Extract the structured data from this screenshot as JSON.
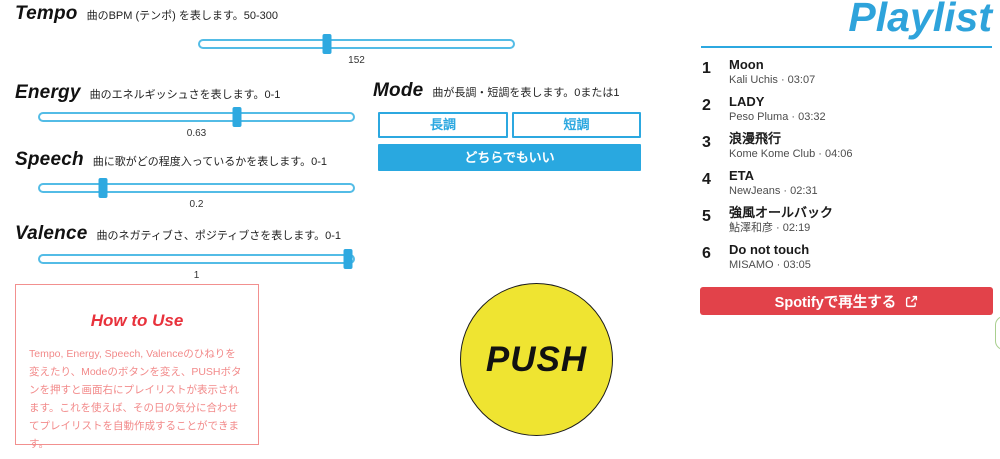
{
  "colors": {
    "accent_blue": "#2ca8e0",
    "playlist_title_blue": "#2ea3db",
    "spotify_red": "#e2424a",
    "push_yellow": "#efe431",
    "howto_red": "#e8323c",
    "howto_body_pink": "#f28a8a",
    "edge_sliver_green": "#a9cf8f"
  },
  "params": [
    {
      "label": "Tempo",
      "description": "曲のBPM (テンポ) を表します。50-300",
      "value": "152"
    },
    {
      "label": "Energy",
      "description": "曲のエネルギッシュさを表します。0-1",
      "value": "0.63"
    },
    {
      "label": "Speech",
      "description": "曲に歌がどの程度入っているかを表します。0-1",
      "value": "0.2"
    },
    {
      "label": "Valence",
      "description": "曲のネガティブさ、ポジティブさを表します。0-1",
      "value": "1"
    }
  ],
  "mode": {
    "label": "Mode",
    "description": "曲が長調・短調を表します。0または1",
    "major_label": "長調",
    "minor_label": "短調",
    "either_label": "どちらでもいい"
  },
  "push_button": {
    "label": "PUSH"
  },
  "how_to_use": {
    "title": "How to Use",
    "body": "Tempo, Energy, Speech, Valenceのひねりを変えたり、Modeのボタンを変え、PUSHボタンを押すと画面右にプレイリストが表示されます。これを使えば、その日の気分に合わせてプレイリストを自動作成することができます。"
  },
  "playlist": {
    "title": "Playlist",
    "tracks": [
      {
        "num": "1",
        "title": "Moon",
        "meta": "Kali Uchis · 03:07"
      },
      {
        "num": "2",
        "title": "LADY",
        "meta": "Peso Pluma · 03:32"
      },
      {
        "num": "3",
        "title": "浪漫飛行",
        "meta": "Kome Kome Club · 04:06"
      },
      {
        "num": "4",
        "title": "ETA",
        "meta": "NewJeans · 02:31"
      },
      {
        "num": "5",
        "title": "強風オールバック",
        "meta": "鮎澤和彦 · 02:19"
      },
      {
        "num": "6",
        "title": "Do not touch",
        "meta": "MISAMO · 03:05"
      }
    ],
    "spotify_button_label": "Spotifyで再生する"
  }
}
